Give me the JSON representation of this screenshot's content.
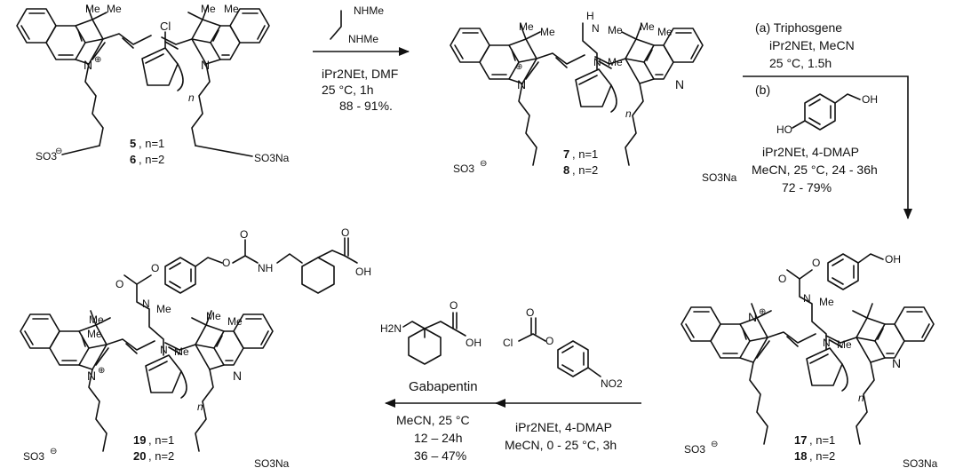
{
  "compounds": {
    "c5": {
      "num": "5",
      "suffix": ", n=1"
    },
    "c6": {
      "num": "6",
      "suffix": ", n=2"
    },
    "c7": {
      "num": "7",
      "suffix": ", n=1"
    },
    "c8": {
      "num": "8",
      "suffix": ", n=2"
    },
    "c17": {
      "num": "17",
      "suffix": ", n=1"
    },
    "c18": {
      "num": "18",
      "suffix": ", n=2"
    },
    "c19": {
      "num": "19",
      "suffix": ", n=1"
    },
    "c20": {
      "num": "20",
      "suffix": ", n=2"
    }
  },
  "step1": {
    "reagent_top": "NHMe",
    "reagent_bottom": "NHMe",
    "base": "iPr2NEt, DMF",
    "temp": "25 °C, 1h",
    "yield": "88 - 91%."
  },
  "step2": {
    "a_label": "(a) Triphosgene",
    "a_base": "iPr2NEt, MeCN",
    "a_cond": "25 °C, 1.5h",
    "b_label": "(b)",
    "b_base": "iPr2NEt, 4-DMAP",
    "b_cond": "MeCN, 25 °C, 24 - 36h",
    "b_yield": "72 - 79%",
    "ho_label": "HO",
    "oh_label": "OH"
  },
  "step3": {
    "reagent_cl": "Cl",
    "reagent_no2": "NO2",
    "base": "iPr2NEt, 4-DMAP",
    "cond": "MeCN, 0 - 25 °C, 3h"
  },
  "step4": {
    "amine": "H2N",
    "acid_oh": "OH",
    "name": "Gabapentin",
    "cond": "MeCN, 25 °C",
    "time": "12 – 24h",
    "yield": "36 – 47%"
  },
  "labels": {
    "me": "Me",
    "n": "N",
    "nplus": "N",
    "cl": "Cl",
    "so3": "SO3",
    "so3na": "SO3Na",
    "ring_n": "n",
    "o": "O",
    "oh": "OH",
    "nh": "NH",
    "h": "H",
    "n_h": "N"
  }
}
